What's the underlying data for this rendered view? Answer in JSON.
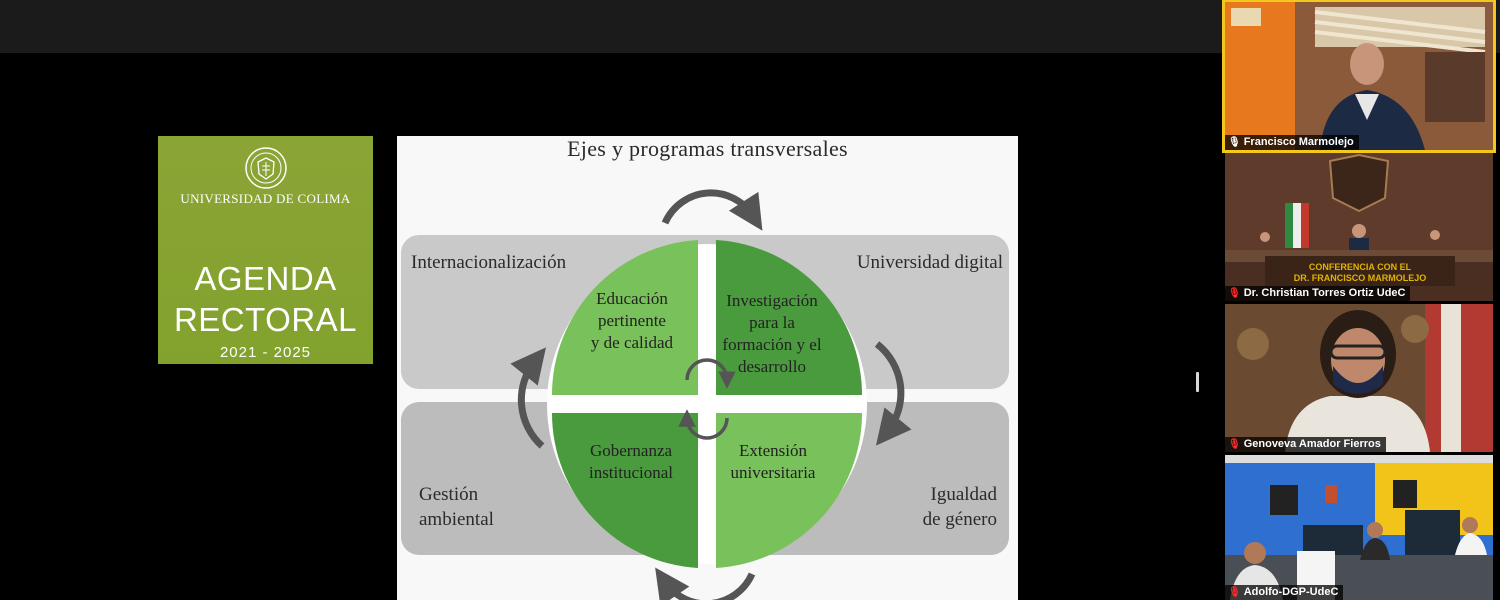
{
  "meeting": {
    "agenda_card": {
      "university": "UNIVERSIDAD DE COLIMA",
      "title_line1": "AGENDA",
      "title_line2": "RECTORAL",
      "years": "2021 - 2025",
      "color": "#86a230"
    },
    "slide": {
      "title": "Ejes y programas transversales",
      "outer_labels": {
        "top_left": "Internacionalización",
        "top_right": "Universidad digital",
        "bottom_left_1": "Gestión",
        "bottom_left_2": "ambiental",
        "bottom_right_1": "Igualdad",
        "bottom_right_2": "de género"
      },
      "quadrants": {
        "top_left": [
          "Educación",
          "pertinente",
          "y de calidad"
        ],
        "top_right": [
          "Investigación",
          "para la",
          "formación y el",
          "desarrollo"
        ],
        "bottom_left": [
          "Gobernanza",
          "institucional"
        ],
        "bottom_right": [
          "Extensión",
          "universitaria"
        ]
      },
      "colors": {
        "light_green": "#79c15a",
        "dark_green": "#4a9a3e"
      }
    },
    "participants": [
      {
        "name": "Francisco Marmolejo",
        "mic": "unmuted",
        "active_speaker": true
      },
      {
        "name": "Dr. Christian Torres Ortiz UdeC",
        "mic": "muted",
        "banner_line1": "CONFERENCIA CON EL",
        "banner_line2": "DR. FRANCISCO MARMOLEJO"
      },
      {
        "name": "Genoveva Amador Fierros",
        "mic": "muted"
      },
      {
        "name": "Adolfo-DGP-UdeC",
        "mic": "muted"
      }
    ],
    "active_speaker_color": "#f3c81b"
  }
}
